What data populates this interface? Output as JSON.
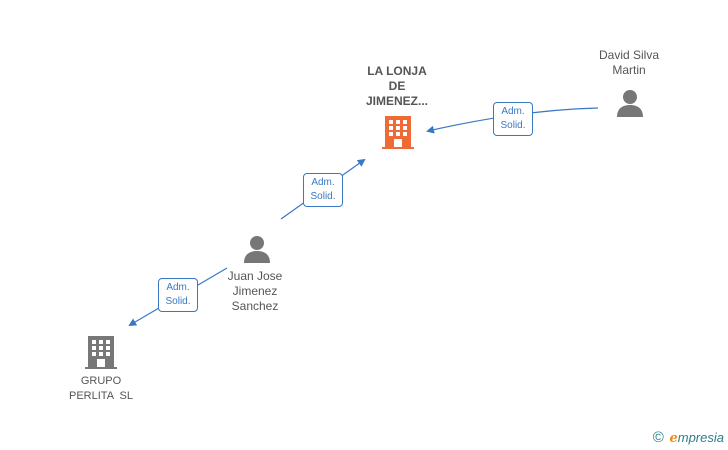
{
  "colors": {
    "edge": "#3a78c4",
    "main_company": "#f06a35",
    "company": "#777777",
    "person": "#777777",
    "label_text": "#555555"
  },
  "nodes": {
    "main_company": {
      "label_lines": [
        "LA LONJA",
        "DE",
        "JIMENEZ..."
      ],
      "icon": "building-icon"
    },
    "david": {
      "label_lines": [
        "David Silva",
        "Martin"
      ],
      "icon": "person-icon"
    },
    "juan": {
      "label_lines": [
        "Juan Jose",
        "Jimenez",
        "Sanchez"
      ],
      "icon": "person-icon"
    },
    "grupo": {
      "label_lines": [
        "GRUPO",
        "PERLITA  SL"
      ],
      "icon": "building-icon"
    }
  },
  "edges": [
    {
      "from": "david",
      "to": "main_company",
      "label_lines": [
        "Adm.",
        "Solid."
      ]
    },
    {
      "from": "juan",
      "to": "main_company",
      "label_lines": [
        "Adm.",
        "Solid."
      ]
    },
    {
      "from": "juan",
      "to": "grupo",
      "label_lines": [
        "Adm.",
        "Solid."
      ]
    }
  ],
  "footer": {
    "copyright_symbol": "©",
    "brand_first_letter": "e",
    "brand_rest": "mpresia"
  }
}
